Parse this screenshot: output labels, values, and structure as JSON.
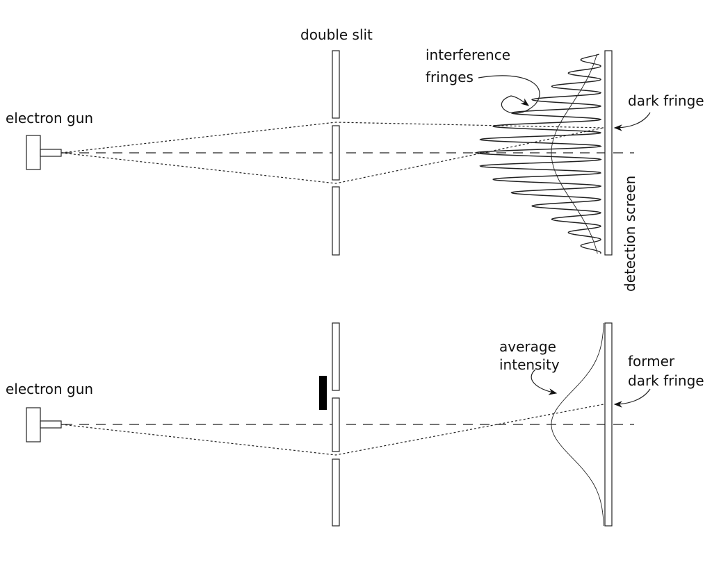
{
  "top_panel": {
    "gun_label": "electron gun",
    "slit_label": "double slit",
    "fringes_label": [
      "interference",
      "fringes"
    ],
    "dark_fringe_label": "dark fringe",
    "screen_label": "detection screen"
  },
  "bottom_panel": {
    "gun_label": "electron gun",
    "intensity_label": [
      "average",
      "intensity"
    ],
    "former_label": [
      "former",
      "dark fringe"
    ]
  }
}
